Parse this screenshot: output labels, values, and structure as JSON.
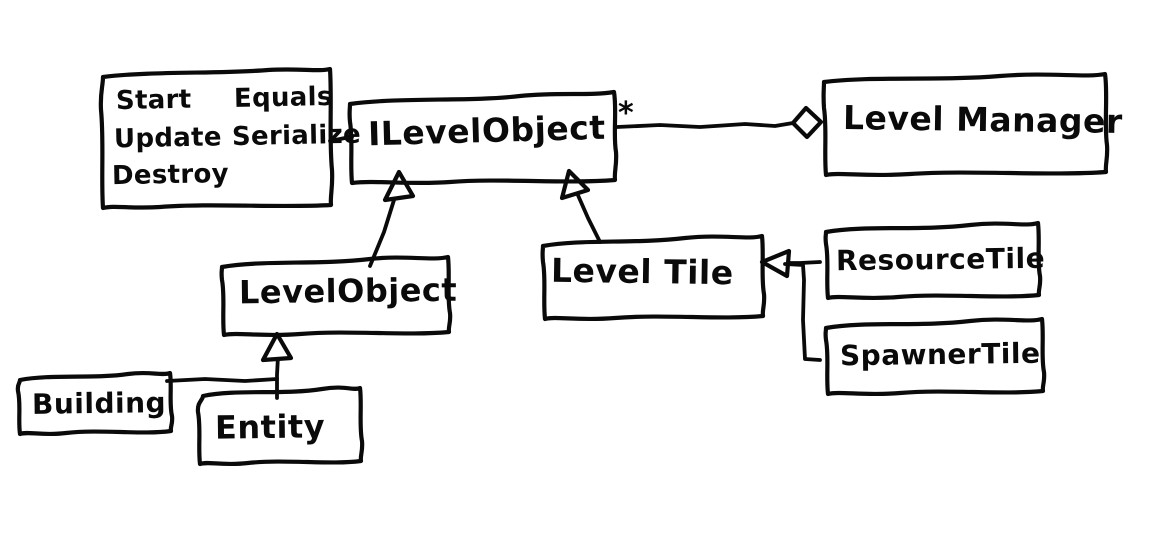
{
  "diagram": {
    "title": "Level Object UML Class Diagram",
    "style": "hand-drawn",
    "background_color": "#ffffff",
    "stroke_color": "#0a0a0a",
    "nodes": {
      "methods_note": {
        "kind": "note",
        "rows": [
          {
            "left": "Start",
            "right": "Equals"
          },
          {
            "left": "Update",
            "right": "Serialize"
          },
          {
            "left": "Destroy",
            "right": ""
          }
        ]
      },
      "ilevelobject": {
        "kind": "interface",
        "label": "ILevelObject"
      },
      "levelmanager": {
        "kind": "class",
        "label": "Level Manager"
      },
      "levelobject": {
        "kind": "class",
        "label": "LevelObject"
      },
      "leveltile": {
        "kind": "class",
        "label": "Level Tile"
      },
      "resourcetile": {
        "kind": "class",
        "label": "ResourceTile"
      },
      "spawnertile": {
        "kind": "class",
        "label": "SpawnerTile"
      },
      "building": {
        "kind": "class",
        "label": "Building"
      },
      "entity": {
        "kind": "class",
        "label": "Entity"
      }
    },
    "edges": [
      {
        "from": "methods_note",
        "to": "ilevelobject",
        "type": "note-link",
        "label": ""
      },
      {
        "from": "ilevelobject",
        "to": "levelmanager",
        "type": "aggregation",
        "label": "*"
      },
      {
        "from": "levelobject",
        "to": "ilevelobject",
        "type": "realization",
        "label": ""
      },
      {
        "from": "leveltile",
        "to": "ilevelobject",
        "type": "realization",
        "label": ""
      },
      {
        "from": "resourcetile",
        "to": "leveltile",
        "type": "generalization",
        "label": ""
      },
      {
        "from": "spawnertile",
        "to": "leveltile",
        "type": "generalization",
        "label": ""
      },
      {
        "from": "entity",
        "to": "levelobject",
        "type": "generalization",
        "label": ""
      },
      {
        "from": "building",
        "to": "levelobject",
        "type": "generalization",
        "label": ""
      }
    ],
    "multiplicity_marker": "*"
  }
}
